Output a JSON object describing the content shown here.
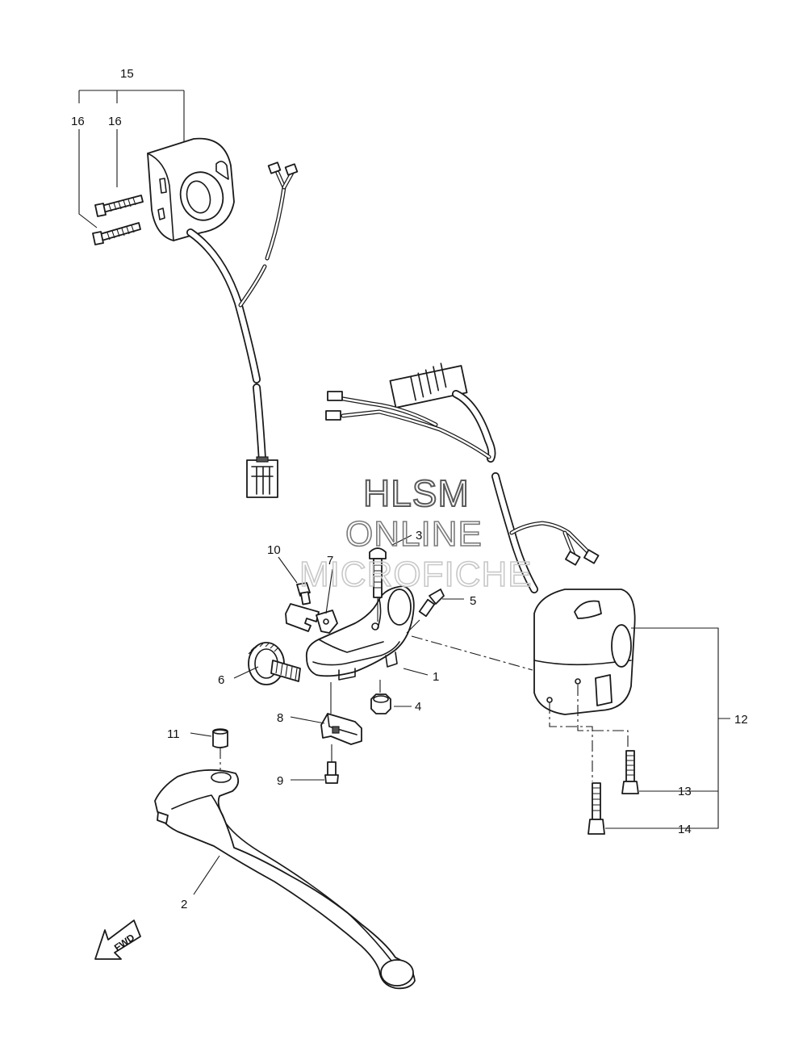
{
  "diagram": {
    "callouts": {
      "c1": "1",
      "c2": "2",
      "c3": "3",
      "c4": "4",
      "c5": "5",
      "c6": "6",
      "c7": "7",
      "c8": "8",
      "c9": "9",
      "c10": "10",
      "c11": "11",
      "c12": "12",
      "c13": "13",
      "c14": "14",
      "c15": "15",
      "c16a": "16",
      "c16b": "16"
    },
    "direction_arrow": "FWD"
  },
  "watermark": {
    "line1": "HLSM",
    "line2": "ONLINE",
    "line3": "MICROFICHE"
  }
}
